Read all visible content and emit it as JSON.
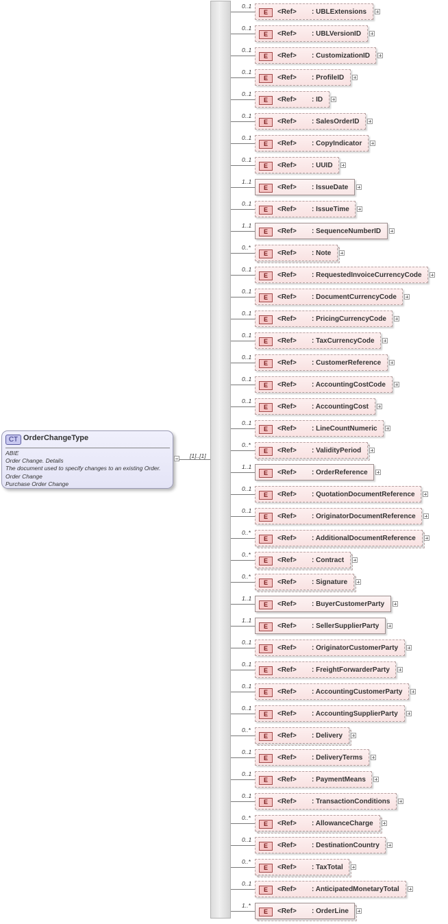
{
  "complex_type": {
    "badge": "CT",
    "name": "OrderChangeType",
    "details": [
      "ABIE",
      "Order Change. Details",
      "The document used to specify changes to an existing Order.",
      "Order Change",
      "Purchase Order Change"
    ]
  },
  "sequence": {
    "cardinality": "[1]..[1]",
    "icon": "sequence-icon"
  },
  "element_badge": "E",
  "ref_label": "<Ref>",
  "elements": [
    {
      "card": "0..1",
      "name": ": UBLExtensions",
      "required": false,
      "many": false
    },
    {
      "card": "0..1",
      "name": ": UBLVersionID",
      "required": false,
      "many": false
    },
    {
      "card": "0..1",
      "name": ": CustomizationID",
      "required": false,
      "many": false
    },
    {
      "card": "0..1",
      "name": ": ProfileID",
      "required": false,
      "many": false
    },
    {
      "card": "0..1",
      "name": ": ID",
      "required": false,
      "many": false
    },
    {
      "card": "0..1",
      "name": ": SalesOrderID",
      "required": false,
      "many": false
    },
    {
      "card": "0..1",
      "name": ": CopyIndicator",
      "required": false,
      "many": false
    },
    {
      "card": "0..1",
      "name": ": UUID",
      "required": false,
      "many": false
    },
    {
      "card": "1..1",
      "name": ": IssueDate",
      "required": true,
      "many": false
    },
    {
      "card": "0..1",
      "name": ": IssueTime",
      "required": false,
      "many": false
    },
    {
      "card": "1..1",
      "name": ": SequenceNumberID",
      "required": true,
      "many": false
    },
    {
      "card": "0..*",
      "name": ": Note",
      "required": false,
      "many": true
    },
    {
      "card": "0..1",
      "name": ": RequestedInvoiceCurrencyCode",
      "required": false,
      "many": false
    },
    {
      "card": "0..1",
      "name": ": DocumentCurrencyCode",
      "required": false,
      "many": false
    },
    {
      "card": "0..1",
      "name": ": PricingCurrencyCode",
      "required": false,
      "many": false
    },
    {
      "card": "0..1",
      "name": ": TaxCurrencyCode",
      "required": false,
      "many": false
    },
    {
      "card": "0..1",
      "name": ": CustomerReference",
      "required": false,
      "many": false
    },
    {
      "card": "0..1",
      "name": ": AccountingCostCode",
      "required": false,
      "many": false
    },
    {
      "card": "0..1",
      "name": ": AccountingCost",
      "required": false,
      "many": false
    },
    {
      "card": "0..1",
      "name": ": LineCountNumeric",
      "required": false,
      "many": false
    },
    {
      "card": "0..*",
      "name": ": ValidityPeriod",
      "required": false,
      "many": true
    },
    {
      "card": "1..1",
      "name": ": OrderReference",
      "required": true,
      "many": false
    },
    {
      "card": "0..1",
      "name": ": QuotationDocumentReference",
      "required": false,
      "many": false
    },
    {
      "card": "0..1",
      "name": ": OriginatorDocumentReference",
      "required": false,
      "many": false
    },
    {
      "card": "0..*",
      "name": ": AdditionalDocumentReference",
      "required": false,
      "many": true
    },
    {
      "card": "0..*",
      "name": ": Contract",
      "required": false,
      "many": true
    },
    {
      "card": "0..*",
      "name": ": Signature",
      "required": false,
      "many": true
    },
    {
      "card": "1..1",
      "name": ": BuyerCustomerParty",
      "required": true,
      "many": false
    },
    {
      "card": "1..1",
      "name": ": SellerSupplierParty",
      "required": true,
      "many": false
    },
    {
      "card": "0..1",
      "name": ": OriginatorCustomerParty",
      "required": false,
      "many": false
    },
    {
      "card": "0..1",
      "name": ": FreightForwarderParty",
      "required": false,
      "many": false
    },
    {
      "card": "0..1",
      "name": ": AccountingCustomerParty",
      "required": false,
      "many": false
    },
    {
      "card": "0..1",
      "name": ": AccountingSupplierParty",
      "required": false,
      "many": false
    },
    {
      "card": "0..*",
      "name": ": Delivery",
      "required": false,
      "many": true
    },
    {
      "card": "0..1",
      "name": ": DeliveryTerms",
      "required": false,
      "many": false
    },
    {
      "card": "0..1",
      "name": ": PaymentMeans",
      "required": false,
      "many": false
    },
    {
      "card": "0..1",
      "name": ": TransactionConditions",
      "required": false,
      "many": false
    },
    {
      "card": "0..*",
      "name": ": AllowanceCharge",
      "required": false,
      "many": true
    },
    {
      "card": "0..1",
      "name": ": DestinationCountry",
      "required": false,
      "many": false
    },
    {
      "card": "0..*",
      "name": ": TaxTotal",
      "required": false,
      "many": true
    },
    {
      "card": "0..1",
      "name": ": AnticipatedMonetaryTotal",
      "required": false,
      "many": false
    },
    {
      "card": "1..*",
      "name": ": OrderLine",
      "required": true,
      "many": true
    }
  ]
}
